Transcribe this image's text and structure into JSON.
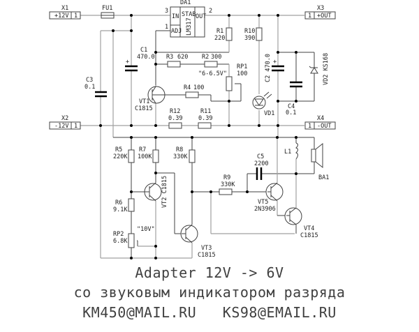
{
  "connectors": {
    "x1": {
      "ref": "X1",
      "label": "+12V",
      "pin": "1"
    },
    "x2": {
      "ref": "X2",
      "label": "-12V",
      "pin": "1"
    },
    "x3": {
      "ref": "X3",
      "label": "+OUT",
      "pin": "1"
    },
    "x4": {
      "ref": "X4",
      "label": "-OUT",
      "pin": "1"
    }
  },
  "fuse": {
    "ref": "FU1"
  },
  "regulator": {
    "ref": "DA1",
    "part": "LM317",
    "in": "IN",
    "out": "OUT",
    "adj": "ADJ",
    "stab": "STAB",
    "pin_in": "3",
    "pin_out": "2",
    "pin_adj": "1"
  },
  "resistors": {
    "r1": {
      "ref": "R1",
      "value": "220"
    },
    "r2": {
      "ref": "R2",
      "value": "300"
    },
    "r3": {
      "ref": "R3",
      "value": "620"
    },
    "r4": {
      "ref": "R4",
      "value": "100"
    },
    "r5": {
      "ref": "R5",
      "value": "220K"
    },
    "r6": {
      "ref": "R6",
      "value": "9.1K"
    },
    "r7": {
      "ref": "R7",
      "value": "100K"
    },
    "r8": {
      "ref": "R8",
      "value": "330K"
    },
    "r9": {
      "ref": "R9",
      "value": "330K"
    },
    "r10": {
      "ref": "R10",
      "value": "390"
    },
    "r11": {
      "ref": "R11",
      "value": "0.39"
    },
    "r12": {
      "ref": "R12",
      "value": "0.39"
    }
  },
  "pots": {
    "rp1": {
      "ref": "RP1",
      "value": "100",
      "note": "\"6-6.5V\""
    },
    "rp2": {
      "ref": "RP2",
      "value": "6.8K",
      "note": "\"10V\""
    }
  },
  "capacitors": {
    "c1": {
      "ref": "C1",
      "value": "470.0"
    },
    "c2": {
      "ref": "C2",
      "value": "470.0"
    },
    "c3": {
      "ref": "C3",
      "value": "0.1"
    },
    "c4": {
      "ref": "C4",
      "value": "0.1"
    },
    "c5": {
      "ref": "C5",
      "value": "2200"
    }
  },
  "transistors": {
    "vt1": {
      "ref": "VT1",
      "part": "C1815"
    },
    "vt2": {
      "ref": "VT2",
      "part": "C1815"
    },
    "vt3": {
      "ref": "VT3",
      "part": "C1815"
    },
    "vt4": {
      "ref": "VT4",
      "part": "C1815"
    },
    "vt5": {
      "ref": "VT5",
      "part": "2N3906"
    }
  },
  "diodes": {
    "vd1": {
      "ref": "VD1"
    },
    "vd2": {
      "ref": "VD2",
      "part": "KS168"
    }
  },
  "inductor": {
    "ref": "L1"
  },
  "speaker": {
    "ref": "BA1"
  },
  "caption": {
    "line1": "Adapter 12V -> 6V",
    "line2": "со звуковым индикатором разряда",
    "line3": "KM450@MAIL.RU   KS98@EMAIL.RU"
  }
}
